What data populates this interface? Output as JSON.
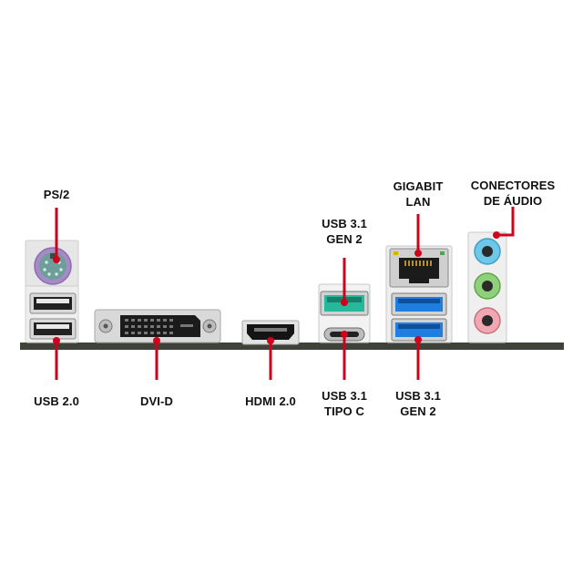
{
  "labels": {
    "ps2": "PS/2",
    "usb20": "USB 2.0",
    "dvid": "DVI-D",
    "hdmi": "HDMI 2.0",
    "usb31c_line1": "USB 3.1",
    "usb31c_line2": "TIPO C",
    "usb31gen2_bottom_line1": "USB 3.1",
    "usb31gen2_bottom_line2": "GEN 2",
    "usb31gen2_top_line1": "USB 3.1",
    "usb31gen2_top_line2": "GEN 2",
    "lan_line1": "GIGABIT",
    "lan_line2": "LAN",
    "audio_line1": "CONECTORES",
    "audio_line2": "DE ÁUDIO"
  },
  "colors": {
    "leader_line": "#d0021b",
    "label_text": "#111111",
    "board": "#3f4238",
    "bracket": "#eeeeee",
    "ps2_port": "#a889c8",
    "usb31_blue": "#1f7fe0",
    "usb31_teal": "#26b89a",
    "audio_blue": "#6ec6e8",
    "audio_green": "#8fd07a",
    "audio_pink": "#f0a7b2"
  },
  "icons": {
    "ps2": "ps2-port-icon",
    "usb20": "usb-a-port-icon",
    "dvid": "dvi-port-icon",
    "hdmi": "hdmi-port-icon",
    "usbc": "usb-c-port-icon",
    "lan": "ethernet-port-icon",
    "audio": "audio-jack-icon"
  }
}
